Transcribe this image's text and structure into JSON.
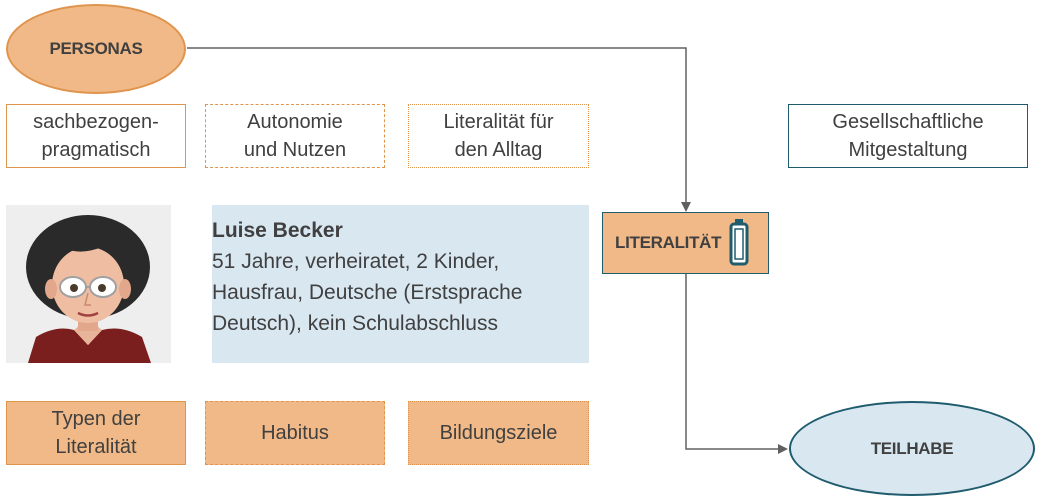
{
  "diagram": {
    "personas_label": "PERSONAS",
    "teilhabe_label": "TEILHABE",
    "literalitaet_label": "LITERALITÄT",
    "top_boxes": [
      {
        "label": "sachbezogen-\npragmatisch"
      },
      {
        "label": "Autonomie\nund Nutzen"
      },
      {
        "label": "Literalität für\nden Alltag"
      }
    ],
    "gesellschaftliche_label": "Gesellschaftliche\nMitgestaltung",
    "persona": {
      "name": "Luise Becker",
      "description": "51 Jahre, verheiratet, 2 Kinder, Hausfrau, Deutsche (Erstsprache Deutsch), kein Schulabschluss"
    },
    "bottom_boxes": [
      {
        "label": "Typen der\nLiteralität"
      },
      {
        "label": "Habitus"
      },
      {
        "label": "Bildungsziele"
      }
    ]
  },
  "colors": {
    "orange_fill": "#f0b987",
    "orange_border": "#e0954f",
    "teal_border": "#1f5c6e",
    "light_blue": "#d9e7f1",
    "text": "#404040",
    "connector": "#606060"
  },
  "icons": [
    "person-avatar",
    "battery-icon"
  ]
}
